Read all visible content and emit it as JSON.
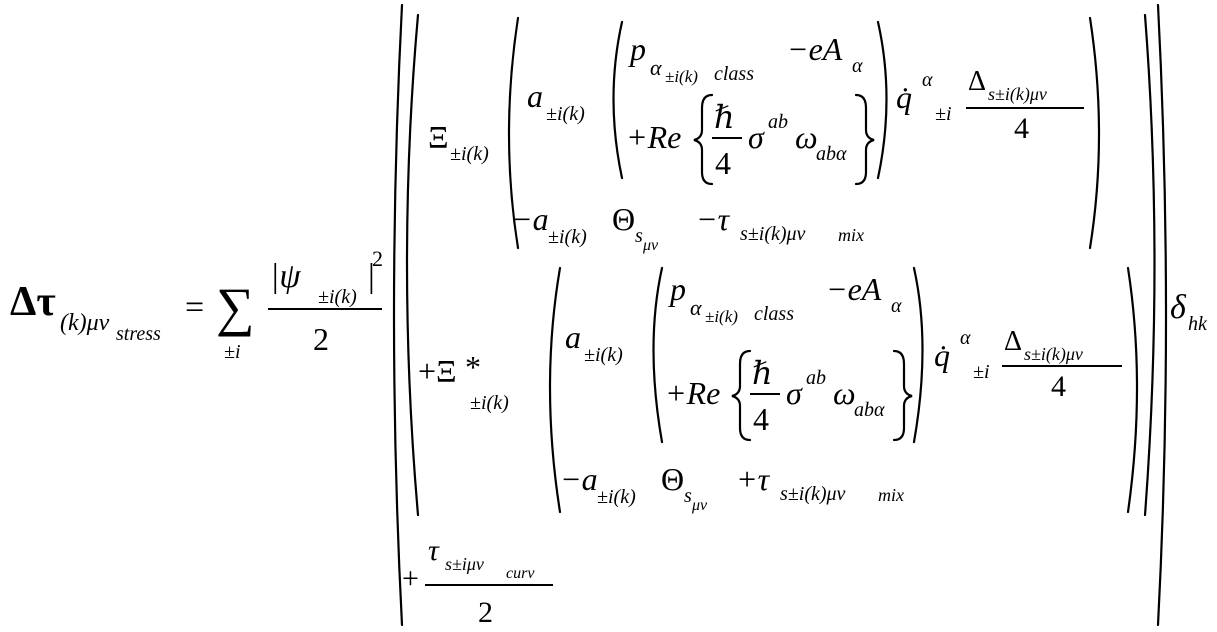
{
  "equation": {
    "lhs": {
      "symbol": "Δτ",
      "subscript": "(k)μν",
      "sub_sub": "stress"
    },
    "equals": "=",
    "sum": {
      "symbol": "∑",
      "index": "±i"
    },
    "prefactor": {
      "num_psi": "|ψ",
      "num_psi_sub": "±i(k)",
      "num_abs": "|",
      "num_exp": "2",
      "den": "2"
    },
    "term1": {
      "xi": "Ξ",
      "xi_sub": "±i(k)",
      "a": "a",
      "a_sub": "±i(k)",
      "p": "p",
      "p_sub": "α",
      "p_subsub": "±i(k)",
      "p_subsubsub": "class",
      "minus_eA": "−eA",
      "eA_sub": "α",
      "plus_re": "+Re",
      "hbar": "ℏ",
      "four": "4",
      "sigma": "σ",
      "sigma_sup": "ab",
      "omega": "ω",
      "omega_sub": "abα",
      "qdot": "q̇",
      "qdot_sup": "α",
      "qdot_sub": "±i",
      "delta": "Δ",
      "delta_sub": "s±i(k)μν",
      "delta_den": "4",
      "minus_a": "−a",
      "minus_a_sub": "±i(k)",
      "theta": "Θ",
      "theta_sub": "s",
      "theta_subsub": "μν",
      "tau_sign": "−τ",
      "tau_sub": "s±i(k)μν",
      "tau_subsub": "mix"
    },
    "term2": {
      "xi": "+Ξ",
      "xi_star": "*",
      "xi_sub": "±i(k)",
      "a": "a",
      "a_sub": "±i(k)",
      "p": "p",
      "p_sub": "α",
      "p_subsub": "±i(k)",
      "p_subsubsub": "class",
      "minus_eA": "−eA",
      "eA_sub": "α",
      "plus_re": "+Re",
      "hbar": "ℏ",
      "four": "4",
      "sigma": "σ",
      "sigma_sup": "ab",
      "omega": "ω",
      "omega_sub": "abα",
      "qdot": "q̇",
      "qdot_sup": "α",
      "qdot_sub": "±i",
      "delta": "Δ",
      "delta_sub": "s±i(k)μν",
      "delta_den": "4",
      "minus_a": "−a",
      "minus_a_sub": "±i(k)",
      "theta": "Θ",
      "theta_sub": "s",
      "theta_subsub": "μν",
      "tau_sign": "+τ",
      "tau_sub": "s±i(k)μν",
      "tau_subsub": "mix"
    },
    "term3": {
      "plus": "+",
      "tau": "τ",
      "tau_sub": "s±iμν",
      "tau_subsub": "curv",
      "den": "2"
    },
    "delta_hk": {
      "symbol": "δ",
      "subscript": "hk"
    }
  }
}
